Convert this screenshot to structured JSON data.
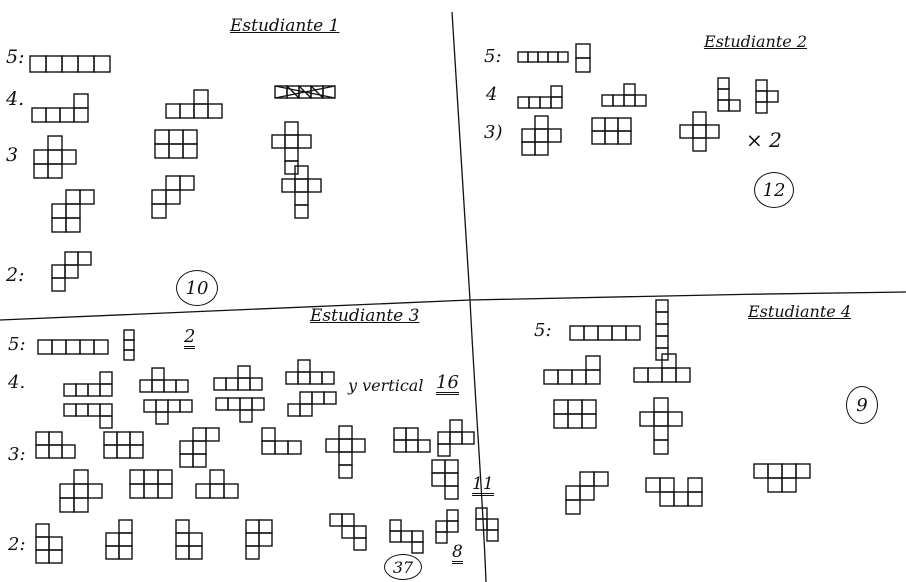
{
  "sections": [
    {
      "title": "Estudiante 1",
      "row_labels": [
        "5:",
        "4.",
        "3",
        "2:"
      ],
      "score": "10"
    },
    {
      "title": "Estudiante 2",
      "row_labels": [
        "5:",
        "4",
        "3)"
      ],
      "note": "× 2",
      "score": "12"
    },
    {
      "title": "Estudiante 3",
      "row_labels": [
        "5:",
        "4.",
        "3:",
        "2:"
      ],
      "count_five": "2",
      "vertical_note": "y vertical",
      "count_four": "16",
      "count_three": "11",
      "count_two": "8",
      "score": "37"
    },
    {
      "title": "Estudiante 4",
      "row_labels": [
        "5:"
      ],
      "score": "9"
    }
  ]
}
